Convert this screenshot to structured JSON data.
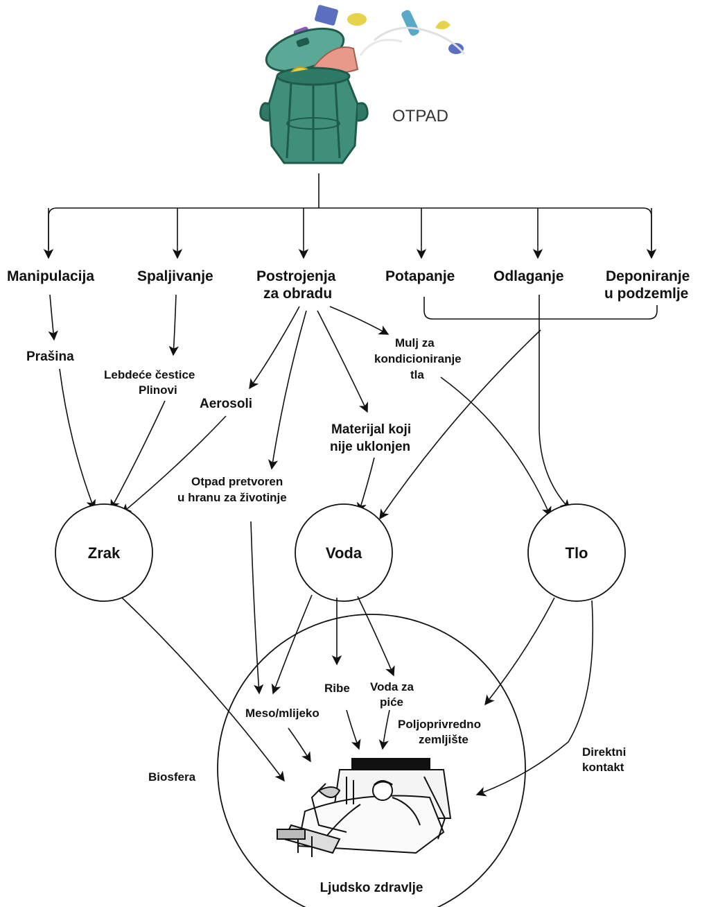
{
  "title": "OTPAD",
  "sources": {
    "manipulacija": "Manipulacija",
    "spaljivanje": "Spaljivanje",
    "postrojenja_1": "Postrojenja",
    "postrojenja_2": "za obradu",
    "potapanje": "Potapanje",
    "odlaganje": "Odlaganje",
    "deponiranje_1": "Deponiranje",
    "deponiranje_2": "u podzemlje"
  },
  "intermediates": {
    "prasina": "Prašina",
    "lebdece_1": "Lebdeće čestice",
    "lebdece_2": "Plinovi",
    "aerosoli": "Aerosoli",
    "mulj_1": "Mulj za",
    "mulj_2": "kondicioniranje",
    "mulj_3": "tla",
    "materijal_1": "Materijal koji",
    "materijal_2": "nije uklonjen",
    "otpad_hrana_1": "Otpad pretvoren",
    "otpad_hrana_2": "u hranu za životinje"
  },
  "media": {
    "zrak": "Zrak",
    "voda": "Voda",
    "tlo": "Tlo"
  },
  "pathways": {
    "ribe": "Ribe",
    "voda_pice_1": "Voda za",
    "voda_pice_2": "piće",
    "meso": "Meso/mlijeko",
    "polj_1": "Poljoprivredno",
    "polj_2": "zemljište",
    "biosfera": "Biosfera",
    "direktni_1": "Direktni",
    "direktni_2": "kontakt"
  },
  "outcome": "Ljudsko zdravlje",
  "colors": {
    "bin_body": "#3f8f7a",
    "bin_dark": "#1f5a4a",
    "bin_lid": "#5aa896",
    "trash_pink": "#e79a8a",
    "trash_blue": "#5a6fc0",
    "trash_yellow": "#e6d34a",
    "trash_purple": "#8a5ab8"
  },
  "icons": [
    "trash-bin-icon",
    "sick-person-bed-icon"
  ]
}
